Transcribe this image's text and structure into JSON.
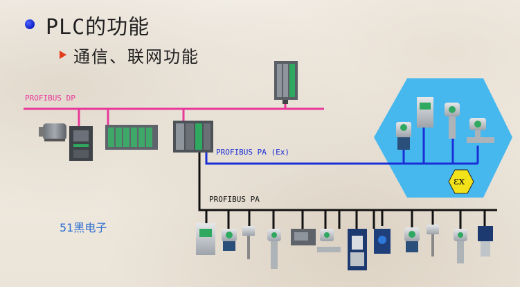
{
  "slide": {
    "title": "PLC的功能",
    "subtitle": "通信、联网功能"
  },
  "network": {
    "dp_label": "PROFIBUS DP",
    "pa_ex_label": "PROFIBUS PA (Ex)",
    "pa_label": "PROFIBUS PA",
    "ex_symbol": "εx"
  },
  "watermark": "51黑电子",
  "colors": {
    "dp_bus": "#e8389a",
    "pa_ex_bus": "#1a2ed6",
    "pa_bus": "#111111",
    "hazard_zone": "#47b8ee",
    "ex_badge": "#f2e21a",
    "title_bullet": "#1a2ed6",
    "sub_arrow": "#e23a1a"
  }
}
